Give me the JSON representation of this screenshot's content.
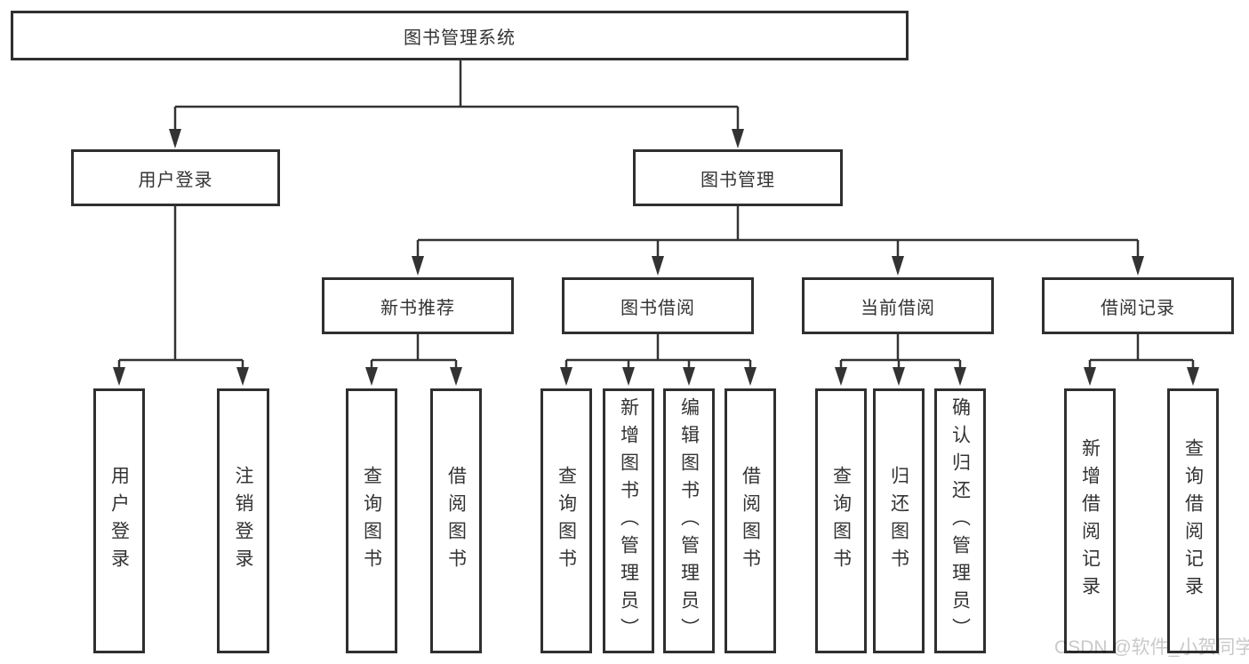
{
  "diagram": {
    "title_node": {
      "label": "图书管理系统"
    },
    "level2": [
      {
        "label": "用户登录"
      },
      {
        "label": "图书管理"
      }
    ],
    "level3": [
      {
        "label": "新书推荐"
      },
      {
        "label": "图书借阅"
      },
      {
        "label": "当前借阅"
      },
      {
        "label": "借阅记录"
      }
    ],
    "leaves": [
      {
        "label": "用户登录"
      },
      {
        "label": "注销登录"
      },
      {
        "label": "查询图书"
      },
      {
        "label": "借阅图书"
      },
      {
        "label": "查询图书"
      },
      {
        "label": "新增图书（管理员）"
      },
      {
        "label": "编辑图书（管理员）"
      },
      {
        "label": "借阅图书"
      },
      {
        "label": "查询图书"
      },
      {
        "label": "归还图书"
      },
      {
        "label": "确认归还（管理员）"
      },
      {
        "label": "新增借阅记录"
      },
      {
        "label": "查询借阅记录"
      }
    ],
    "colors": {
      "line": "#333333",
      "box_border": "#2f2f2f",
      "text": "#333333",
      "watermark": "#c9c9c9",
      "background": "#ffffff"
    }
  },
  "watermark": {
    "text": "CSDN @软件_小贺同学"
  }
}
